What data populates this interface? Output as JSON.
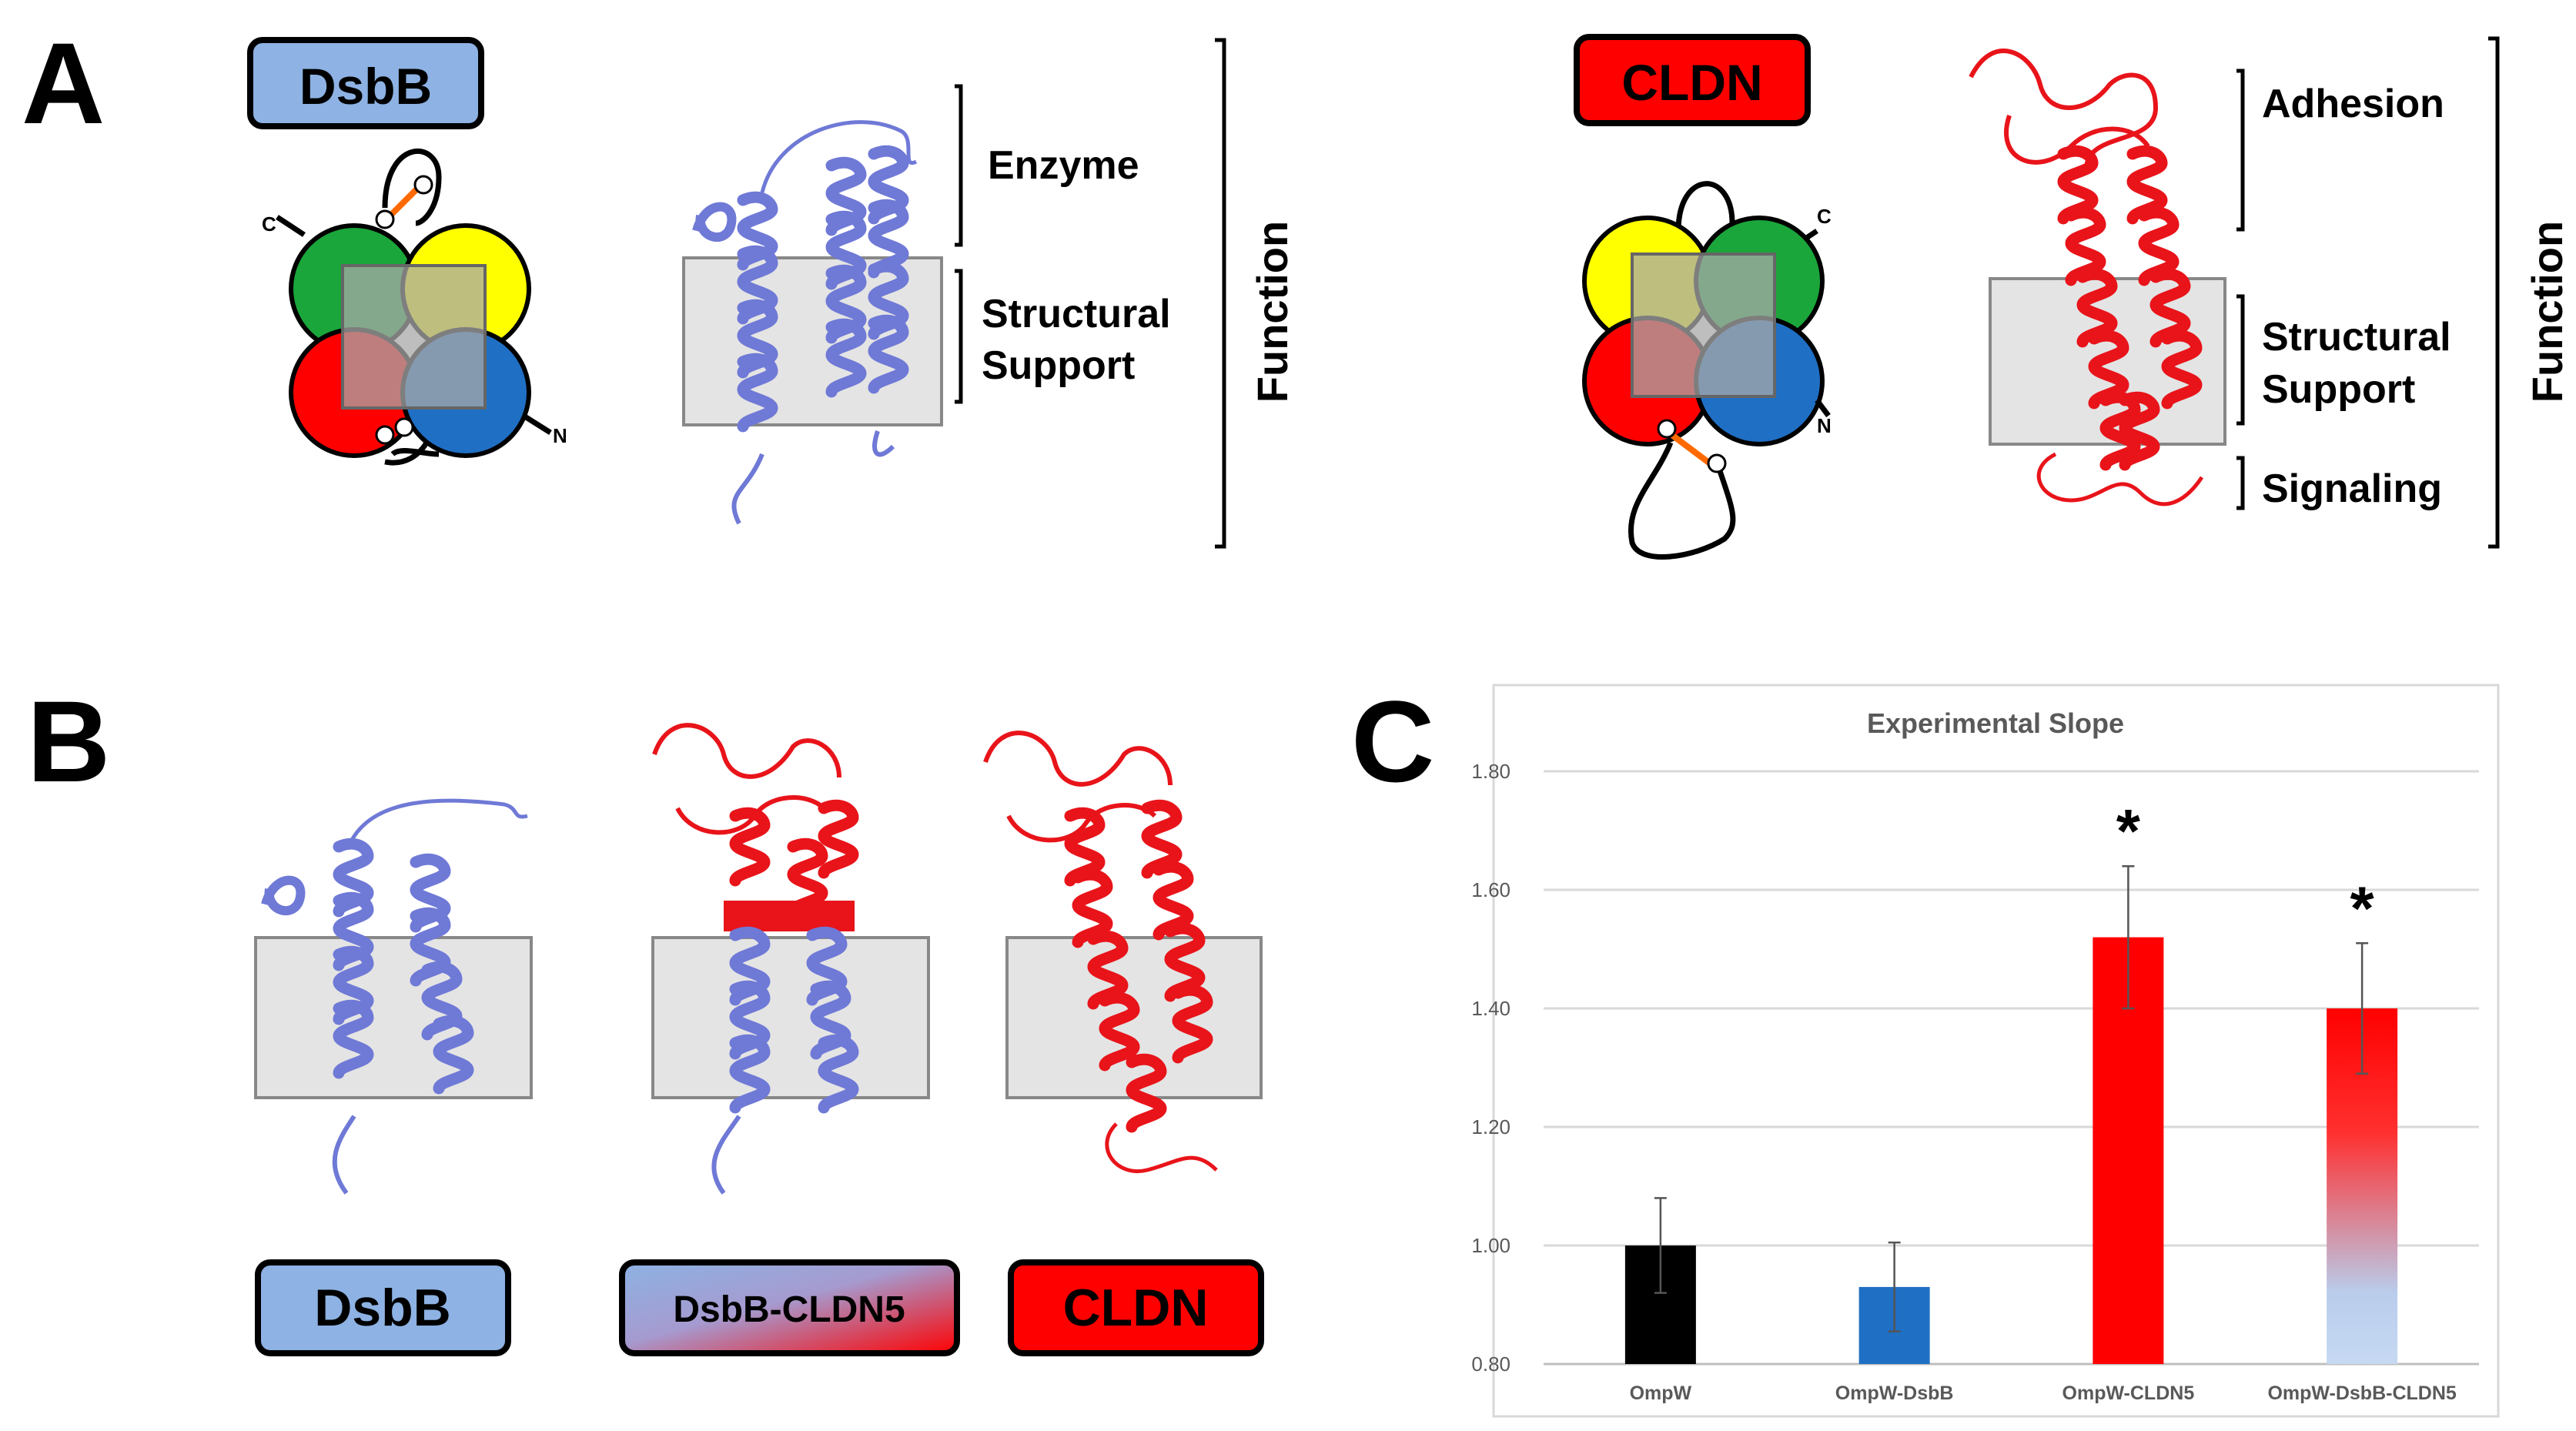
{
  "panel_a": {
    "letter": "A",
    "dsbb_label": "DsbB",
    "cldn_label": "CLDN",
    "topo_c": "C",
    "topo_n": "N",
    "dsbb_brackets": [
      "Enzyme",
      "Structural",
      "Support"
    ],
    "dsbb_function": "Function",
    "cldn_brackets": [
      "Adhesion",
      "Structural",
      "Support",
      "Signaling"
    ],
    "cldn_function": "Function",
    "colors": {
      "dsbb": "#8db2e3",
      "cldn": "#ff0000",
      "protein_blue": "#6f79d6",
      "protein_red": "#e8141a"
    }
  },
  "panel_b": {
    "letter": "B",
    "labels": [
      "DsbB",
      "DsbB-CLDN5",
      "CLDN"
    ]
  },
  "panel_c": {
    "letter": "C",
    "chart_data": {
      "type": "bar",
      "title": "Experimental Slope",
      "categories": [
        "OmpW",
        "OmpW-DsbB",
        "OmpW-CLDN5",
        "OmpW-DsbB-CLDN5"
      ],
      "values": [
        1.0,
        0.93,
        1.52,
        1.4
      ],
      "errors": [
        0.08,
        0.075,
        0.12,
        0.11
      ],
      "significant": [
        false,
        false,
        true,
        true
      ],
      "significance_marker": "*",
      "ylim": [
        0.8,
        1.8
      ],
      "yticks": [
        "0.80",
        "1.00",
        "1.20",
        "1.40",
        "1.60",
        "1.80"
      ],
      "grid": true,
      "colors": [
        "#000000",
        "#1f6fc4",
        "#ff0000",
        "gradient-red-to-lightblue"
      ]
    }
  }
}
